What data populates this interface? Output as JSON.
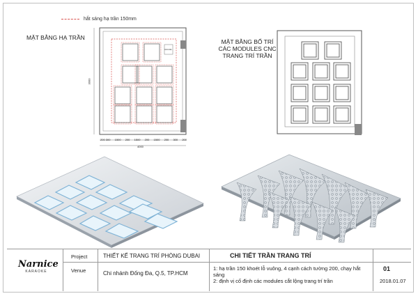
{
  "legend": {
    "text": "hắt sáng hạ trần 150mm"
  },
  "plan_left": {
    "title": "MẶT BẰNG HẠ TRẦN",
    "dims_bottom": [
      "200 300",
      "1500",
      "200",
      "1500",
      "200",
      "1500",
      "200",
      "300",
      "200"
    ],
    "dim_total": "4000",
    "dim_side": "3000",
    "note_small": "Cốt trần"
  },
  "plan_right": {
    "title_lines": [
      "MẶT BẰNG BỐ TRÍ",
      "CÁC MODULES CNC",
      "TRANG TRÍ TRẦN"
    ]
  },
  "title_block": {
    "logo_text": "Narnice",
    "logo_sub": "KARAOKE",
    "project_label": "Project",
    "project_value": "THIẾT KẾ TRANG TRÍ PHÒNG DUBAI",
    "venue_label": "Venue",
    "venue_value": "Chi nhánh Đống Đa, Q.5, TP.HCM",
    "sheet_title": "CHI TIẾT TRẦN TRANG TRÍ",
    "notes": [
      "1: hạ trần 150 khoét lỗ vuông, 4 cạnh cách tường 200, chạy hắt sáng",
      "2: định vị cố định các modules cắt lộng trang trí trần"
    ],
    "sheet_no": "01",
    "date": "2018.01.07"
  },
  "colors": {
    "dash": "#d9534f",
    "line": "#555555",
    "panel": "#a9b9c8",
    "glow": "#cfe7f5"
  }
}
